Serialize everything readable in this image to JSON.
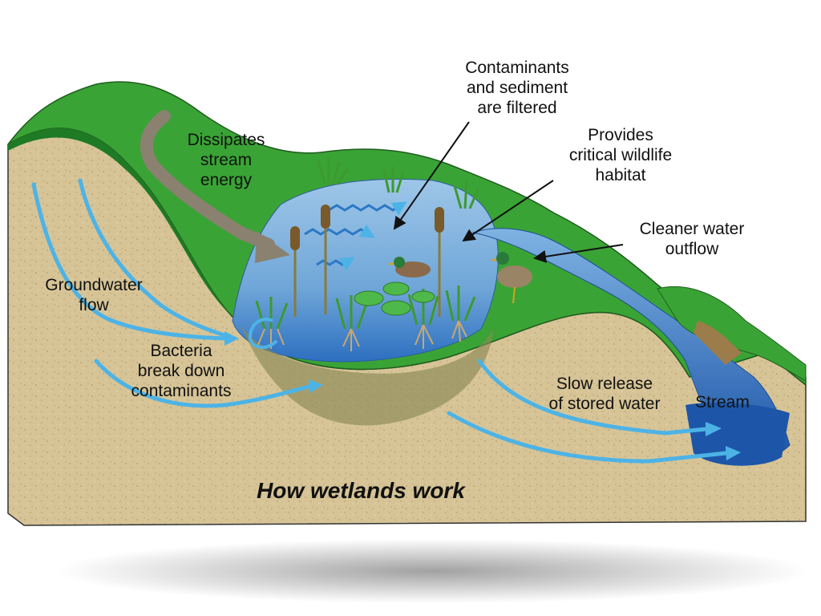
{
  "title": "How wetlands work",
  "labels": {
    "contaminants": "Contaminants\nand sediment\nare filtered",
    "dissipates": "Dissipates\nstream\nenergy",
    "habitat": "Provides\ncritical wildlife\nhabitat",
    "outflow": "Cleaner water\noutflow",
    "groundwater": "Groundwater\nflow",
    "bacteria": "Bacteria\nbreak down\ncontaminants",
    "slow_release": "Slow release\nof stored water",
    "stream": "Stream"
  },
  "colors": {
    "soil": "#d6c497",
    "soil_dark": "#bfa878",
    "grass": "#3aa335",
    "grass_dark": "#1e7a25",
    "water": "#5b9bd5",
    "water_deep": "#1f5fb0",
    "flow_arrow": "#4db3e6",
    "stream_arrow": "#8a8170"
  }
}
